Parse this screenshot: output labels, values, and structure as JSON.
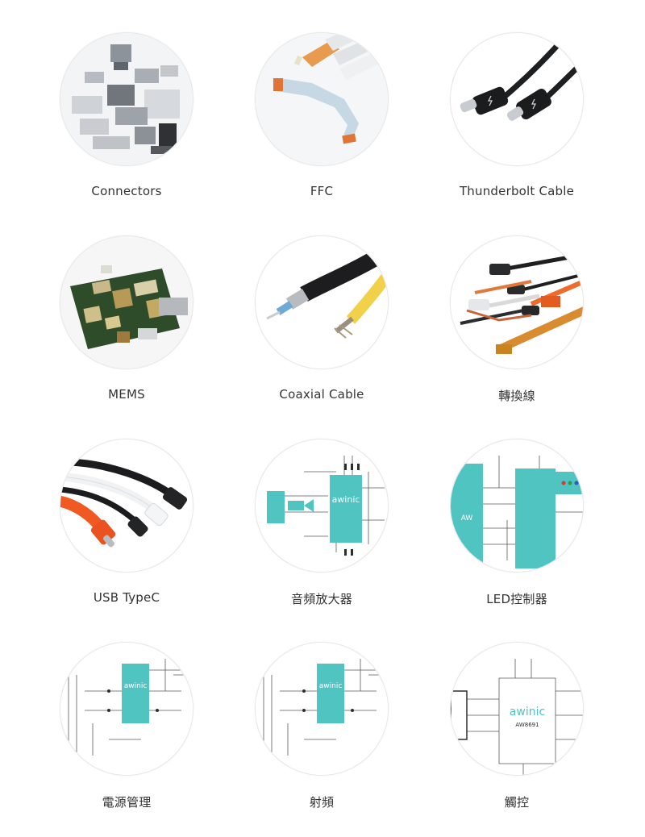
{
  "products": [
    {
      "label": "Connectors",
      "icon": "connectors-image"
    },
    {
      "label": "FFC",
      "icon": "ffc-image"
    },
    {
      "label": "Thunderbolt Cable",
      "icon": "thunderbolt-cable-image"
    },
    {
      "label": "MEMS",
      "icon": "mems-image"
    },
    {
      "label": "Coaxial Cable",
      "icon": "coaxial-cable-image"
    },
    {
      "label": "轉換線",
      "icon": "adapter-cable-image"
    },
    {
      "label": "USB TypeC",
      "icon": "usb-typec-image"
    },
    {
      "label": "音頻放大器",
      "icon": "audio-amplifier-image",
      "chip_text": "awinic"
    },
    {
      "label": "LED控制器",
      "icon": "led-controller-image",
      "chip_text": "AW"
    },
    {
      "label": "電源管理",
      "icon": "power-management-image",
      "chip_text": "awinic"
    },
    {
      "label": "射頻",
      "icon": "rf-image",
      "chip_text": "awinic"
    },
    {
      "label": "觸控",
      "icon": "touch-image",
      "chip_text": "awinic",
      "chip_model": "AW8691"
    }
  ],
  "colors": {
    "teal": "#4fc4c1",
    "label": "#333333",
    "border": "#e6e6e6"
  }
}
